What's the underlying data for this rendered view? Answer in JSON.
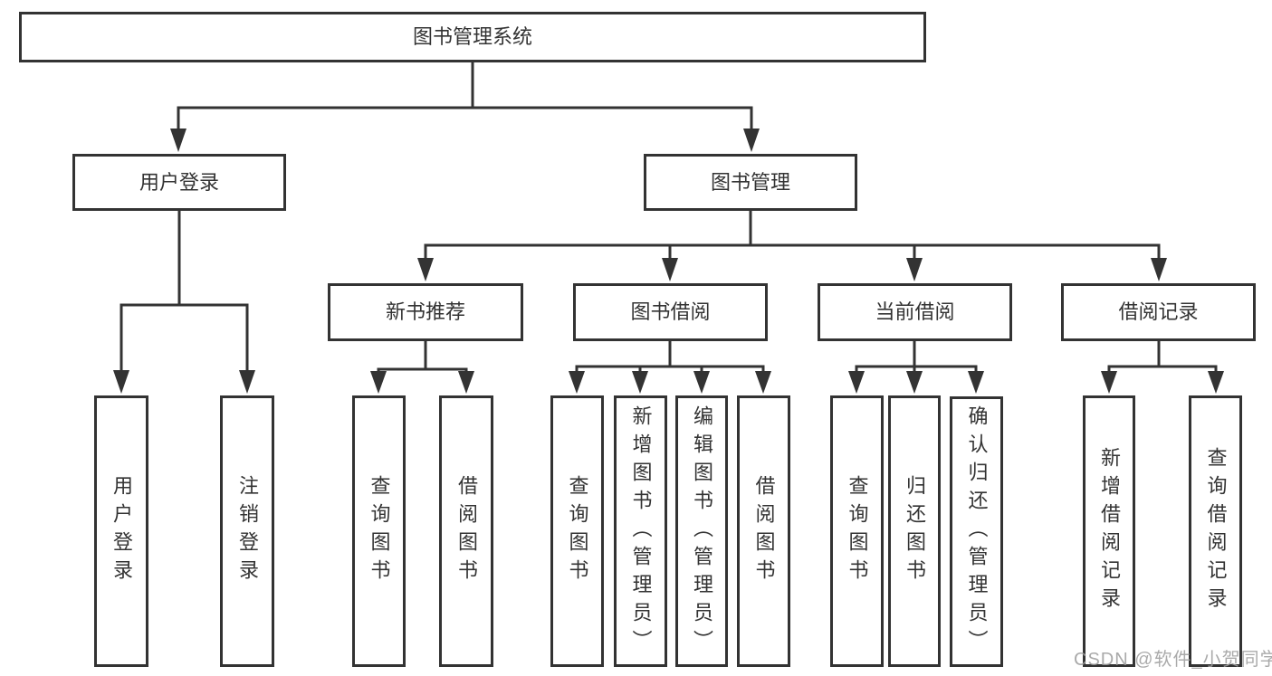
{
  "root": {
    "label": "图书管理系统"
  },
  "branches": [
    {
      "label": "用户登录",
      "children": [
        {
          "label": "用户登录"
        },
        {
          "label": "注销登录"
        }
      ]
    },
    {
      "label": "图书管理",
      "sections": [
        {
          "label": "新书推荐",
          "children": [
            {
              "label": "查询图书"
            },
            {
              "label": "借阅图书"
            }
          ]
        },
        {
          "label": "图书借阅",
          "children": [
            {
              "label": "查询图书"
            },
            {
              "label": "新增图书（管理员）"
            },
            {
              "label": "编辑图书（管理员）"
            },
            {
              "label": "借阅图书"
            }
          ]
        },
        {
          "label": "当前借阅",
          "children": [
            {
              "label": "查询图书"
            },
            {
              "label": "归还图书"
            },
            {
              "label": "确认归还（管理员）"
            }
          ]
        },
        {
          "label": "借阅记录",
          "children": [
            {
              "label": "新增借阅记录"
            },
            {
              "label": "查询借阅记录"
            }
          ]
        }
      ]
    }
  ],
  "watermark": {
    "text": "CSDN @软件_小贺同学"
  },
  "colors": {
    "line": "#333333",
    "box_border": "#333333",
    "text": "#333333",
    "watermark": "#9e9e9e",
    "background": "#ffffff"
  }
}
